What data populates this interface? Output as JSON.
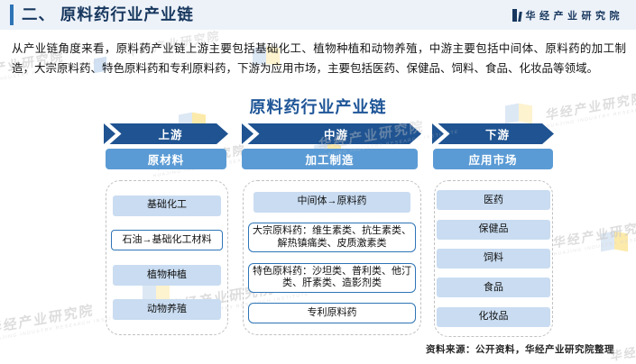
{
  "header": {
    "title": "二、 原料药行业产业链",
    "logo_text": "华经产业研究院"
  },
  "intro": "从产业链角度来看，原料药产业链上游主要包括基础化工、植物种植和动物养殖，中游主要包括中间体、原料药的加工制造，大宗原料药、特色原料药和专利原料药，下游为应用市场，主要包括医药、保健品、饲料、食品、化妆品等领域。",
  "diagram": {
    "title": "原料药行业产业链",
    "columns": [
      {
        "stage": "上游",
        "category": "原材料",
        "items": [
          {
            "label": "基础化工",
            "style": "filled"
          },
          {
            "label": "石油→基础化工材料",
            "style": "outlined"
          },
          {
            "label": "植物种植",
            "style": "filled"
          },
          {
            "label": "动物养殖",
            "style": "filled"
          }
        ]
      },
      {
        "stage": "中游",
        "category": "加工制造",
        "items": [
          {
            "label": "中间体→原料药",
            "style": "filled"
          },
          {
            "label": "大宗原料药：维生素类、抗生素类、解热镇痛类、皮质激素类",
            "style": "outlined"
          },
          {
            "label": "特色原料药：沙坦类、普利类、他汀类、肝素类、造影剂类",
            "style": "outlined"
          },
          {
            "label": "专利原料药",
            "style": "outlined"
          }
        ]
      },
      {
        "stage": "下游",
        "category": "应用市场",
        "items": [
          {
            "label": "医药",
            "style": "filled"
          },
          {
            "label": "保健品",
            "style": "filled"
          },
          {
            "label": "饲料",
            "style": "filled"
          },
          {
            "label": "食品",
            "style": "filled"
          },
          {
            "label": "化妆品",
            "style": "filled"
          }
        ]
      }
    ]
  },
  "source_note": "资料来源：公开资料，华经产业研究院整理",
  "watermark": {
    "text": "华经产业研究院",
    "subtext": "HUAJING INDUSTRY RESEARCH INSTITUTE"
  },
  "colors": {
    "accent_blue": "#2e75b6",
    "arrow_dark_blue": "#1f5391",
    "category_bar_blue": "#5b9bd5",
    "item_fill_blue": "#c9dcf1",
    "title_blue": "#1e5597",
    "header_navy": "#17375e",
    "header_strip_bg": "#edf2f9"
  }
}
